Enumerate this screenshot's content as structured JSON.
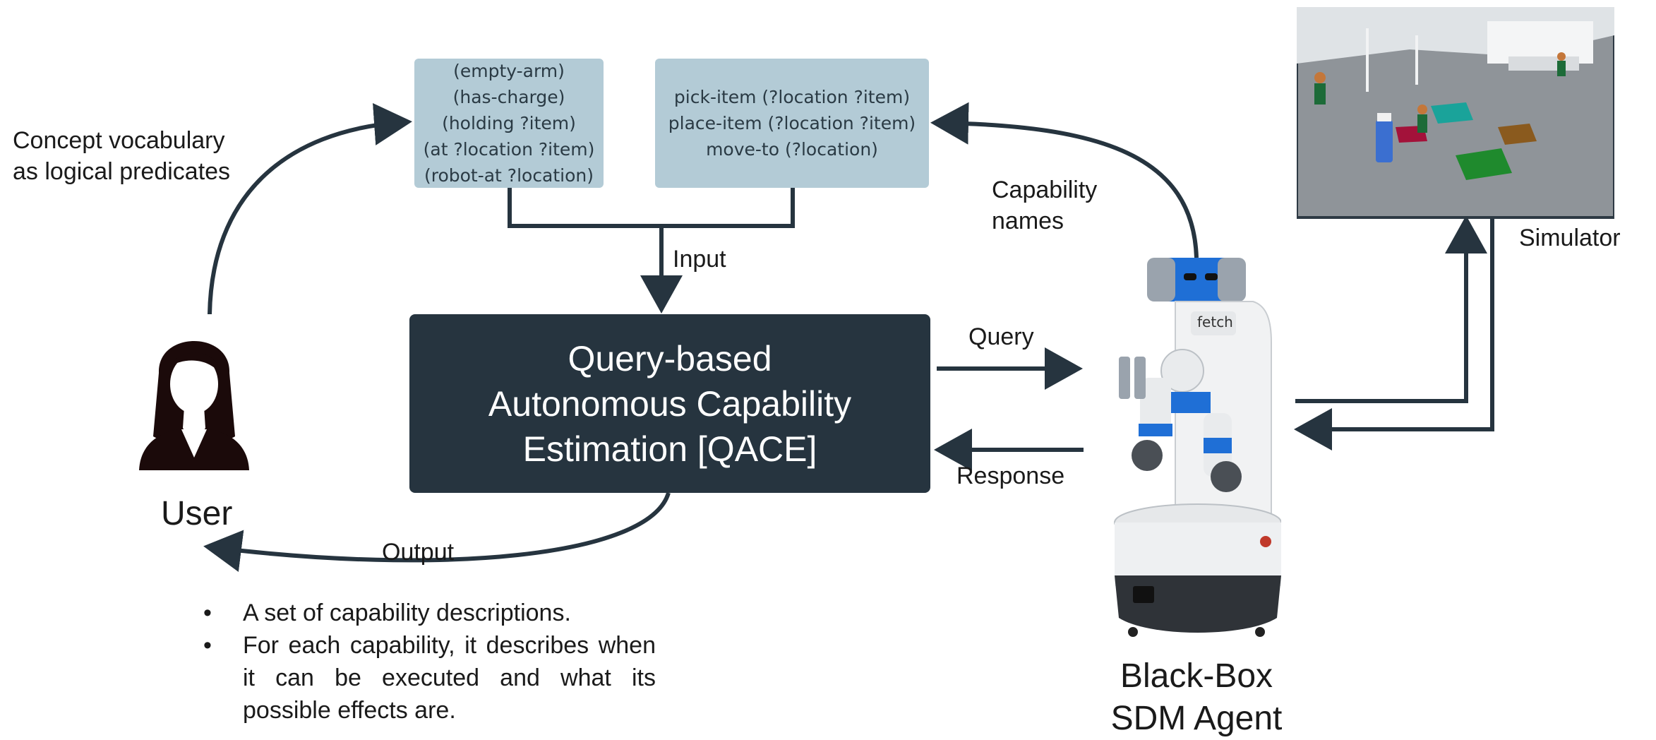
{
  "predicates_box": {
    "lines": [
      "(empty-arm)",
      "(has-charge)",
      "(holding ?item)",
      "(at ?location ?item)",
      "(robot-at ?location)"
    ]
  },
  "capabilities_box": {
    "lines": [
      "pick-item (?location ?item)",
      "place-item (?location ?item)",
      "move-to (?location)"
    ]
  },
  "main_box": {
    "lines": [
      "Query-based",
      "Autonomous Capability",
      "Estimation [QACE]"
    ]
  },
  "labels": {
    "concept_vocab": [
      "Concept vocabulary",
      "as logical predicates"
    ],
    "input": "Input",
    "output": "Output",
    "query": "Query",
    "response": "Response",
    "capability_names": [
      "Capability",
      "names"
    ],
    "simulator": "Simulator",
    "user": "User",
    "agent": [
      "Black-Box",
      "SDM Agent"
    ]
  },
  "output_bullets": [
    "A set of capability descriptions.",
    "For each capability, it describes when it can be executed and what its possible effects are."
  ],
  "colors": {
    "box_light": "#b3cbd6",
    "box_dark": "#26343f",
    "arrow": "#26343f",
    "robot_blue": "#1f6fd6"
  },
  "icons": [
    "user-silhouette-icon",
    "robot-icon",
    "simulator-scene-icon"
  ]
}
